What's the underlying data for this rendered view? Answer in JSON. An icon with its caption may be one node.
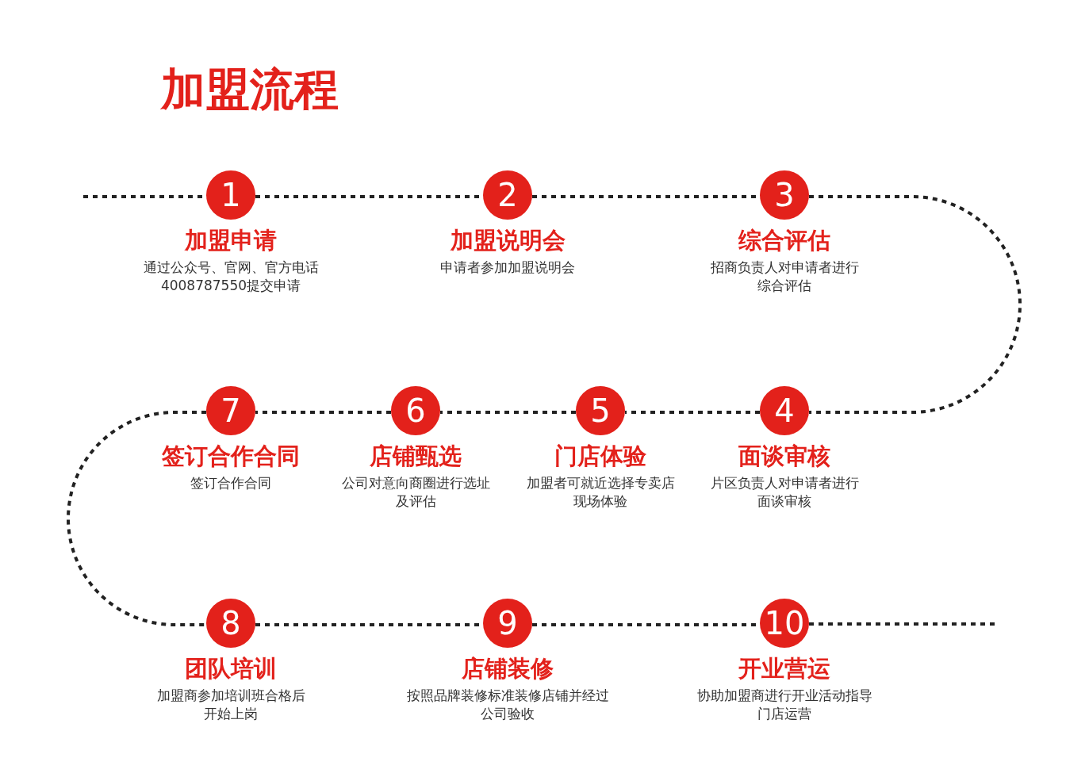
{
  "diagram": {
    "title": "加盟流程",
    "nodes": [
      {
        "text": [
          "1"
        ],
        "beside": [
          "加盟申请",
          "通过公众号、官网、官方电话4008787550提交申请"
        ]
      },
      {
        "text": [
          "2"
        ],
        "beside": [
          "加盟说明会",
          "申请者参加加盟说明会"
        ]
      },
      {
        "text": [
          "3"
        ],
        "beside": [
          "综合评估",
          "招商负责人对申请者进行综合评估"
        ]
      },
      {
        "text": [
          "4"
        ],
        "beside": [
          "面谈审核",
          "片区负责人对申请者进行面谈审核"
        ]
      },
      {
        "text": [
          "5"
        ],
        "beside": [
          "门店体验",
          "加盟者可就近选择专卖店现场体验"
        ]
      },
      {
        "text": [
          "6"
        ],
        "beside": [
          "店铺甄选",
          "公司对意向商圈进行选址及评估"
        ]
      },
      {
        "text": [
          "7"
        ],
        "beside": [
          "签订合作合同",
          "签订合作合同"
        ]
      },
      {
        "text": [
          "8"
        ],
        "beside": [
          "团队培训",
          "加盟商参加培训班合格后开始上岗"
        ]
      },
      {
        "text": [
          "9"
        ],
        "beside": [
          "店铺装修",
          "按照品牌装修标准装修店铺并经过公司验收"
        ]
      },
      {
        "text": [
          "10"
        ],
        "beside": [
          "开业营运",
          "协助加盟商进行开业活动指导门店运营"
        ]
      }
    ],
    "edges": [
      {
        "from": null,
        "to": 0,
        "arrow": "none",
        "style": "dashed"
      },
      {
        "from": 0,
        "to": 1,
        "arrow": "none",
        "style": "dashed"
      },
      {
        "from": 1,
        "to": 2,
        "arrow": "none",
        "style": "dashed"
      },
      {
        "from": 2,
        "to": 3,
        "arrow": "none",
        "style": "dashed"
      },
      {
        "from": 3,
        "to": 4,
        "arrow": "none",
        "style": "dashed"
      },
      {
        "from": 4,
        "to": 5,
        "arrow": "none",
        "style": "dashed"
      },
      {
        "from": 5,
        "to": 6,
        "arrow": "none",
        "style": "dashed"
      },
      {
        "from": 6,
        "to": 7,
        "arrow": "none",
        "style": "dashed"
      },
      {
        "from": 7,
        "to": 8,
        "arrow": "none",
        "style": "dashed"
      },
      {
        "from": 8,
        "to": 9,
        "arrow": "none",
        "style": "dashed"
      },
      {
        "from": 9,
        "to": null,
        "arrow": "none",
        "style": "dashed"
      }
    ]
  }
}
